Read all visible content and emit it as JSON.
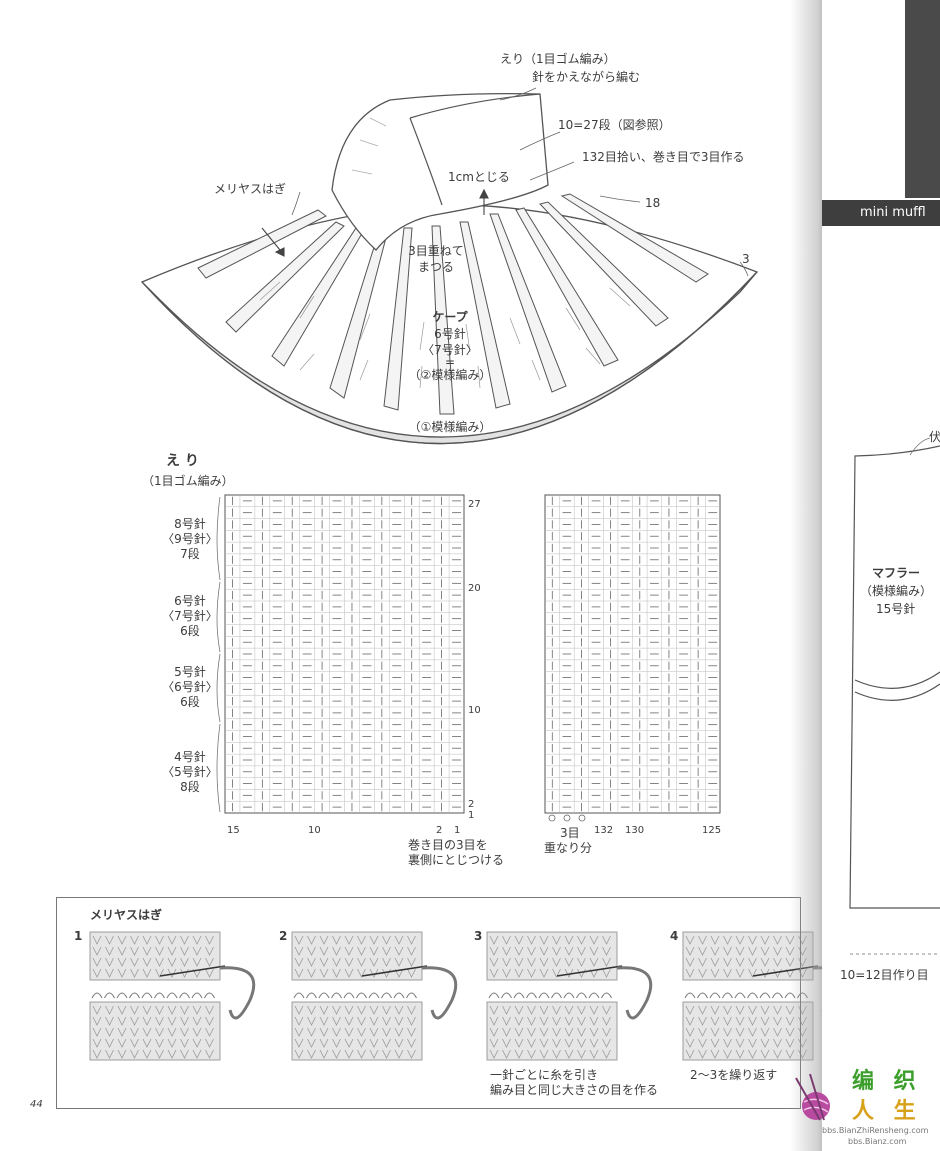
{
  "diagram": {
    "labels": {
      "eri_top": "えり（1目ゴム編み）",
      "eri_top_sub": "針をかえながら編む",
      "rows_eq": "10=27段（図参照）",
      "pickup": "132目拾い、巻き目で3目作る",
      "eighteen": "18",
      "three": "3",
      "one_cm": "1cmとじる",
      "meriyasu_hagi": "メリヤスはぎ",
      "overlap_1": "3目重ねて",
      "overlap_2": "まつる",
      "cape": "ケープ",
      "cape_needle": "6号針",
      "cape_needle2": "〈7号針〉",
      "equals": "=",
      "pattern2": "（②模様編み）",
      "pattern1": "（①模様編み）"
    },
    "collar_chart": {
      "title": "え り",
      "subtitle": "（1目ゴム編み）",
      "steps": [
        {
          "needle": "8号針",
          "alt": "〈9号針〉",
          "rows": "7段"
        },
        {
          "needle": "6号針",
          "alt": "〈7号針〉",
          "rows": "6段"
        },
        {
          "needle": "5号針",
          "alt": "〈6号針〉",
          "rows": "6段"
        },
        {
          "needle": "4号針",
          "alt": "〈5号針〉",
          "rows": "8段"
        }
      ],
      "row_numbers": [
        "27",
        "20",
        "10",
        "2",
        "1"
      ],
      "col_left": [
        "15",
        "10",
        "2",
        "1"
      ],
      "col_right": [
        "132",
        "130",
        "125"
      ],
      "note_left_1": "巻き目の3目を",
      "note_left_2": "裏側にとじつける",
      "note_right_1": "3目",
      "note_right_2": "重なり分"
    },
    "instructions": {
      "title": "メリヤスはぎ",
      "steps": [
        "1",
        "2",
        "3",
        "4"
      ],
      "note3_1": "一針ごとに糸を引き",
      "note3_2": "編み目と同じ大きさの目を作る",
      "note4": "2〜3を繰り返す"
    },
    "page_number": "44",
    "right_page": {
      "banner": "mini muffl",
      "fu": "伏",
      "muffler": "マフラー",
      "muffler_pattern": "（模様編み）",
      "muffler_needle": "15号針",
      "cast_on": "10=12目作り目"
    },
    "watermark": {
      "line1": "编 织",
      "line2": "人 生",
      "url1": "bbs.BianZhiRensheng.com",
      "url2": "bbs.Bianz.com"
    }
  },
  "colors": {
    "line": "#555555",
    "light_fill": "#dddddd",
    "grid": "#8a8a8a",
    "watermark_green": "#3d9f2b",
    "watermark_gold": "#d8a11a"
  }
}
